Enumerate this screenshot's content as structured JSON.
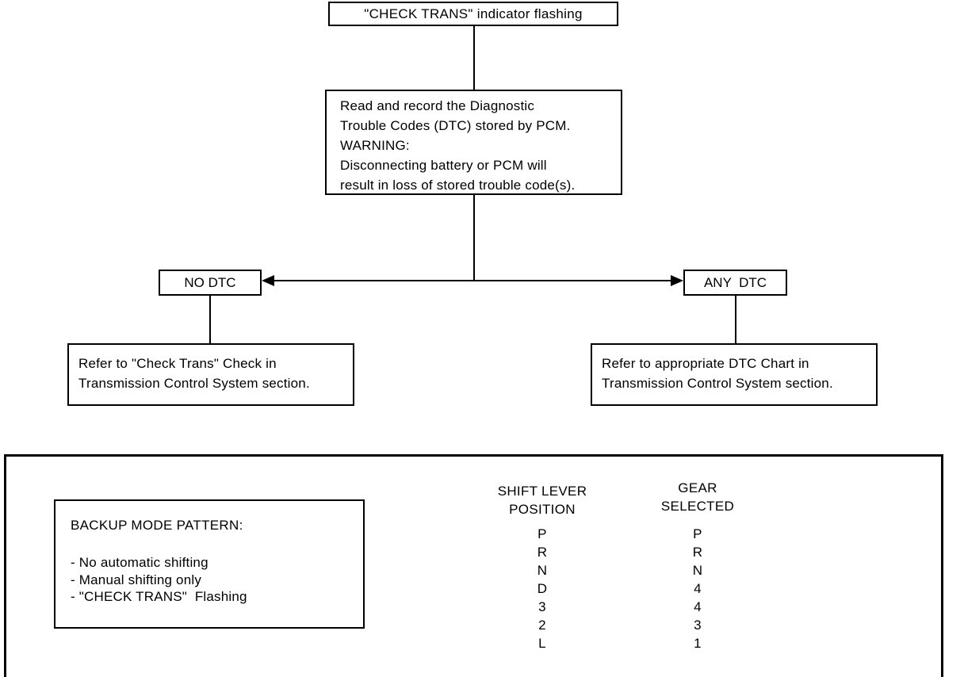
{
  "diagram": {
    "start_label": "\"CHECK TRANS\" indicator flashing",
    "read_box_lines": [
      "Read and record the Diagnostic",
      "Trouble Codes (DTC) stored by PCM.",
      "WARNING:",
      "Disconnecting battery or PCM will",
      "result in loss of stored trouble code(s)."
    ],
    "no_dtc_label": "NO DTC",
    "any_dtc_label": "ANY  DTC",
    "refer_no_dtc_lines": [
      "Refer to \"Check Trans\" Check in",
      "Transmission Control System section."
    ],
    "refer_any_dtc_lines": [
      "Refer to appropriate DTC Chart in",
      "Transmission Control System section."
    ]
  },
  "backup_panel": {
    "title": "BACKUP MODE PATTERN:",
    "bullets": [
      "- No automatic shifting",
      "- Manual shifting only",
      "- \"CHECK TRANS\"  Flashing"
    ]
  },
  "gear_table": {
    "shift_lever_header": [
      "SHIFT LEVER",
      "POSITION"
    ],
    "gear_header": [
      "GEAR",
      "SELECTED"
    ],
    "shift_positions": [
      "P",
      "R",
      "N",
      "D",
      "3",
      "2",
      "L"
    ],
    "gears_selected": [
      "P",
      "R",
      "N",
      "4",
      "4",
      "3",
      "1"
    ]
  },
  "colors": {
    "line": "#000000",
    "background": "#ffffff"
  }
}
